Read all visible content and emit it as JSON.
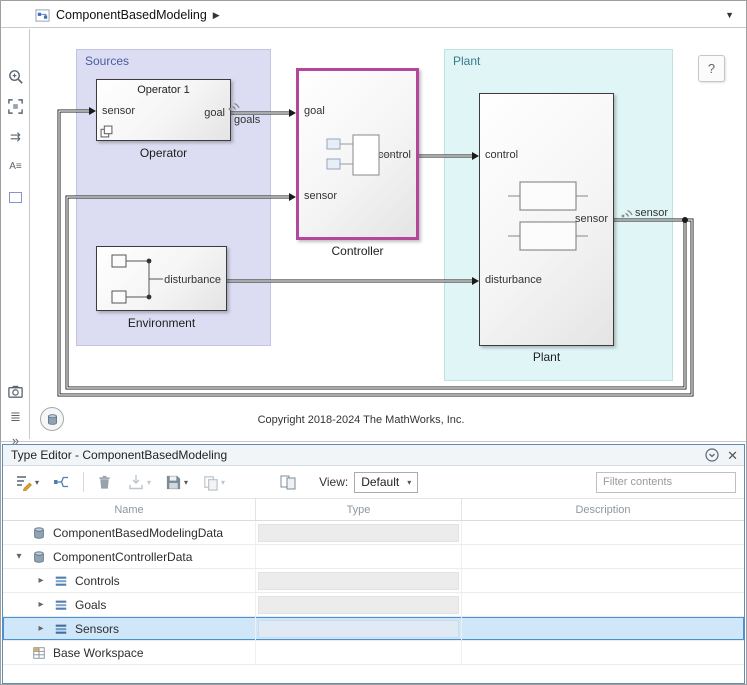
{
  "glyphs": {
    "crumb_arrow": "▶",
    "dropdown_arrow": "▼",
    "chevron_collapsed": "▸",
    "chevron_expanded": "▾",
    "close": "✕",
    "double_chevron": "»",
    "paired_arrows": "⇉",
    "annotation": "A≡",
    "list": "≣",
    "caret": "▾",
    "help": "?"
  },
  "breadcrumb": {
    "model": "ComponentBasedModeling"
  },
  "canvas": {
    "regions": {
      "sources": "Sources",
      "plant": "Plant"
    },
    "blocks": {
      "operator": {
        "title": "Operator 1",
        "label": "Operator",
        "port_in": "sensor",
        "port_out": "goal"
      },
      "environment": {
        "label": "Environment",
        "port_out": "disturbance"
      },
      "controller": {
        "label": "Controller",
        "port_goal": "goal",
        "port_sensor": "sensor",
        "port_control": "control"
      },
      "plant": {
        "label": "Plant",
        "port_control": "control",
        "port_disturbance": "disturbance",
        "port_sensor": "sensor"
      }
    },
    "signal_labels": {
      "goals": "goals",
      "sensor": "sensor"
    },
    "copyright": "Copyright 2018-2024 The MathWorks, Inc."
  },
  "type_editor": {
    "title": "Type Editor - ComponentBasedModeling",
    "toolbar": {
      "view_label": "View:",
      "view_value": "Default",
      "filter_placeholder": "Filter contents"
    },
    "columns": {
      "name": "Name",
      "type": "Type",
      "description": "Description"
    },
    "rows": [
      {
        "name": "ComponentBasedModelingData"
      },
      {
        "name": "ComponentControllerData"
      },
      {
        "name": "Controls"
      },
      {
        "name": "Goals"
      },
      {
        "name": "Sensors"
      },
      {
        "name": "Base Workspace"
      }
    ]
  }
}
